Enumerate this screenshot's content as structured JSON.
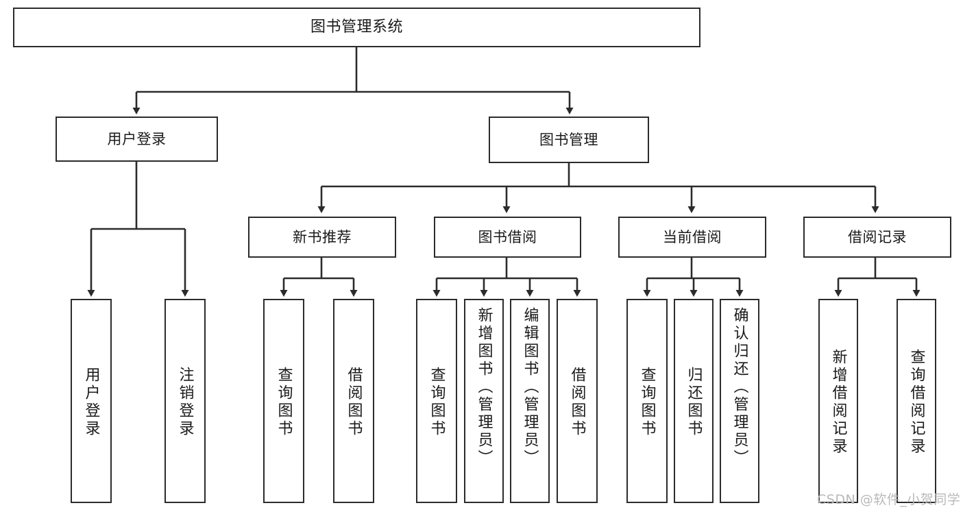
{
  "diagram": {
    "type": "tree",
    "title": "图书管理系统",
    "watermark": "CSDN @软件_小贺同学",
    "colors": {
      "box_border": "#2b2b2b",
      "box_fill": "#ffffff",
      "edge": "#2b2b2b",
      "text": "#1a1a1a",
      "watermark": "#b9b9b9",
      "background": "#ffffff"
    },
    "nodes": {
      "root": {
        "label": "图书管理系统"
      },
      "level1": [
        {
          "id": "user-login",
          "label": "用户登录"
        },
        {
          "id": "book-manage",
          "label": "图书管理"
        }
      ],
      "level2": [
        {
          "id": "new-book-recommend",
          "label": "新书推荐"
        },
        {
          "id": "book-borrow",
          "label": "图书借阅"
        },
        {
          "id": "current-borrow",
          "label": "当前借阅"
        },
        {
          "id": "borrow-record",
          "label": "借阅记录"
        }
      ],
      "leaves": {
        "user_login": [
          {
            "id": "leaf-user-login",
            "label": "用户登录"
          },
          {
            "id": "leaf-logout-login",
            "label": "注销登录"
          }
        ],
        "new_book_recommend": [
          {
            "id": "leaf-query-book-1",
            "label": "查询图书"
          },
          {
            "id": "leaf-borrow-book-1",
            "label": "借阅图书"
          }
        ],
        "book_borrow": [
          {
            "id": "leaf-query-book-2",
            "label": "查询图书"
          },
          {
            "id": "leaf-add-book",
            "label": "新增图书（管理员）"
          },
          {
            "id": "leaf-edit-book",
            "label": "编辑图书（管理员）"
          },
          {
            "id": "leaf-borrow-book-2",
            "label": "借阅图书"
          }
        ],
        "current_borrow": [
          {
            "id": "leaf-query-book-3",
            "label": "查询图书"
          },
          {
            "id": "leaf-return-book",
            "label": "归还图书"
          },
          {
            "id": "leaf-confirm-return",
            "label": "确认归还（管理员）"
          }
        ],
        "borrow_record": [
          {
            "id": "leaf-add-record",
            "label": "新增借阅记录"
          },
          {
            "id": "leaf-query-record",
            "label": "查询借阅记录"
          }
        ]
      }
    }
  }
}
